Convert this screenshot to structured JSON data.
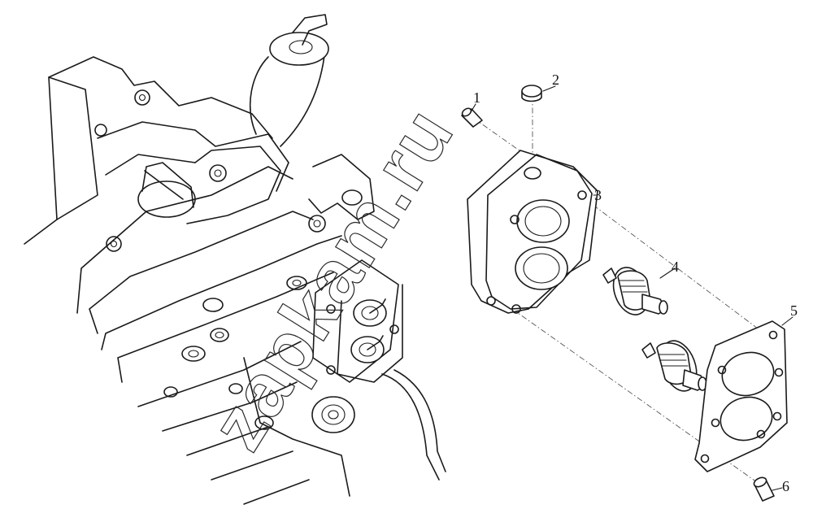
{
  "labels": {
    "l1": "1",
    "l2": "2",
    "l3": "3",
    "l4": "4",
    "l5": "5",
    "l6": "6"
  },
  "watermark": "zapkam.ru"
}
